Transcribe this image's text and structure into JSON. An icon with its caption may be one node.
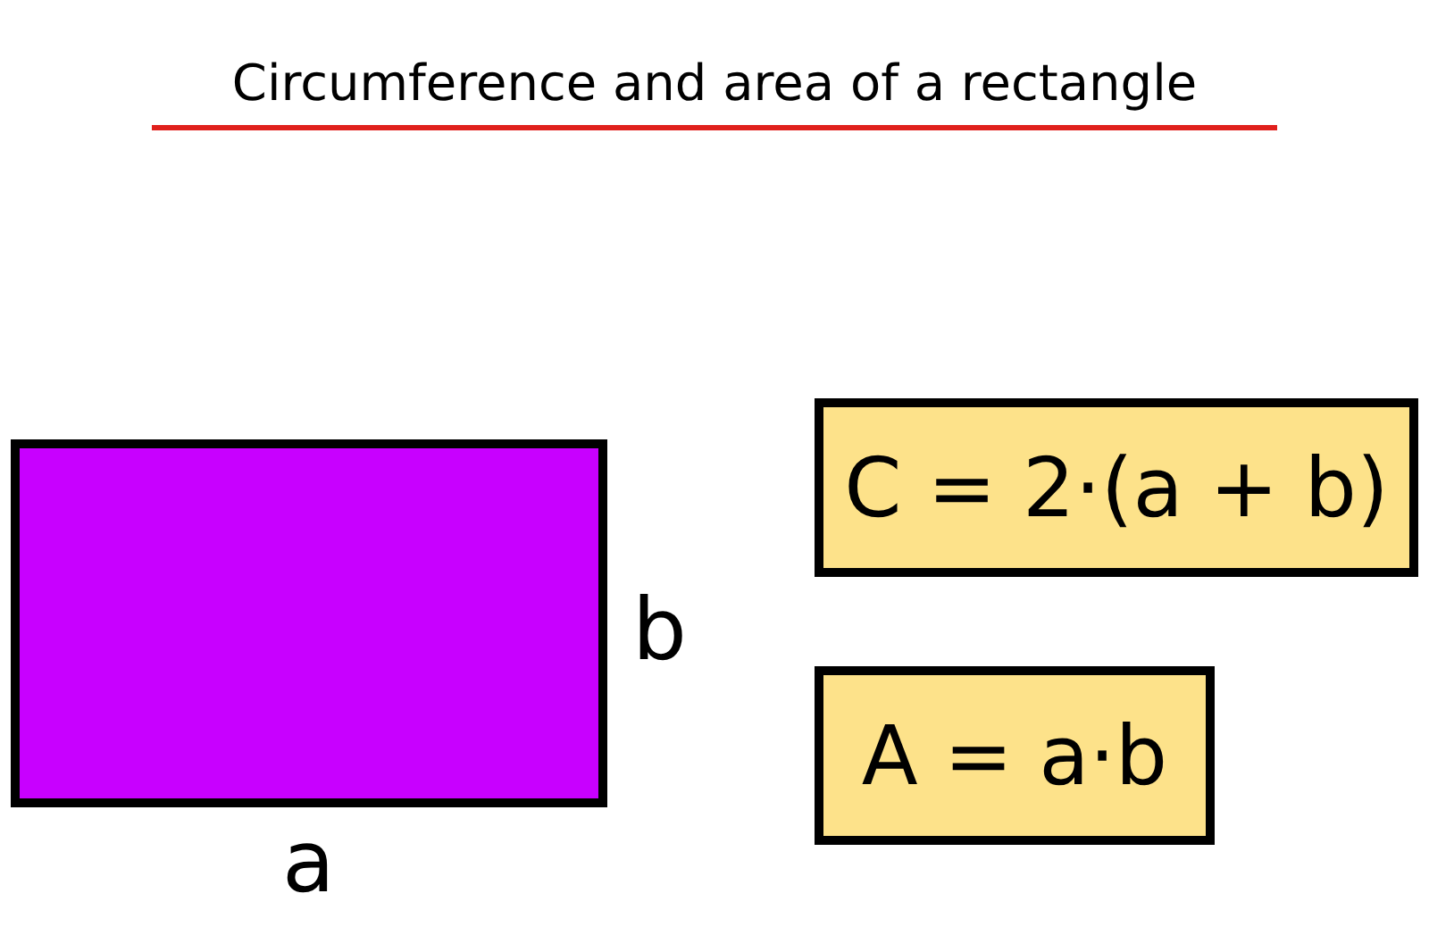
{
  "diagram": {
    "title": "Circumference and area of a rectangle",
    "nodes": [
      {
        "text": [],
        "shape": "box"
      },
      {
        "text": [
          "C = 2·(a + b)"
        ]
      },
      {
        "text": [
          "A = a·b"
        ]
      }
    ],
    "labels": [
      "b",
      "a"
    ]
  }
}
